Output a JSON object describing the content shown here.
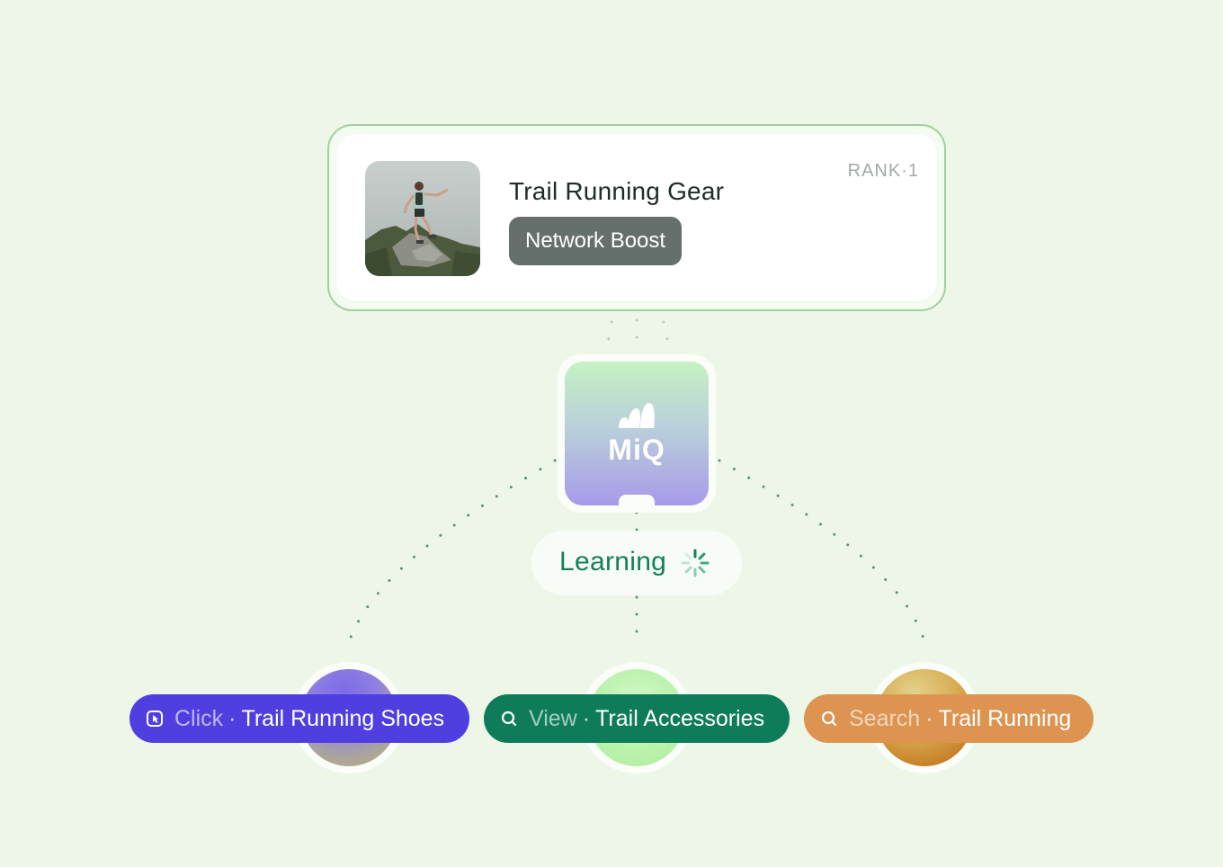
{
  "product_card": {
    "title": "Trail Running Gear",
    "badge": "Network Boost",
    "rank": "RANK·1",
    "thumbnail_icon": "runner-photo"
  },
  "engine": {
    "label": "MiQ",
    "logo_icon": "miq-logo-icon"
  },
  "status": {
    "label": "Learning",
    "icon": "loading-spinner-icon"
  },
  "events": [
    {
      "action": "Click",
      "separator": "·",
      "target": "Trail Running Shoes",
      "icon": "click-icon",
      "color": "#4f3ee0"
    },
    {
      "action": "View",
      "separator": "·",
      "target": "Trail Accessories",
      "icon": "search-icon",
      "color": "#0e7c5b"
    },
    {
      "action": "Search",
      "separator": "·",
      "target": "Trail Running",
      "icon": "search-icon",
      "color": "#dc9450"
    }
  ],
  "colors": {
    "background": "#eef6e8",
    "card_border": "#9fd09f",
    "badge": "#65706d",
    "learning_text": "#13805a"
  }
}
